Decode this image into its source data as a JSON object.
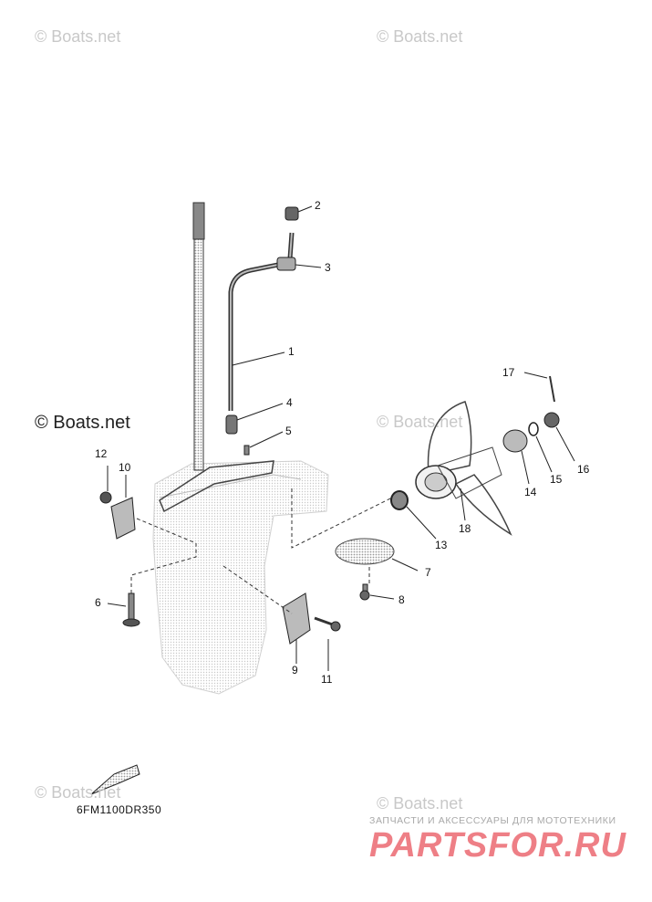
{
  "watermarks": {
    "top_left": "© Boats.net",
    "top_right": "© Boats.net",
    "mid_left": "© Boats.net",
    "mid_right": "© Boats.net",
    "bottom_left": "© Boats.net",
    "bottom_right": "© Boats.net"
  },
  "callouts": [
    "1",
    "2",
    "3",
    "4",
    "5",
    "6",
    "7",
    "8",
    "9",
    "10",
    "11",
    "12",
    "13",
    "14",
    "15",
    "16",
    "17",
    "18"
  ],
  "diagram_code": "6FM1100DR350",
  "promo_text": "ЗАПЧАСТИ И АКСЕССУАРЫ ДЛЯ МОТОТЕХНИКИ",
  "logo_text": "PARTSFOR.RU",
  "colors": {
    "line": "#222222",
    "ghost": "#d9d9d9",
    "logo": "#ee7f86"
  }
}
